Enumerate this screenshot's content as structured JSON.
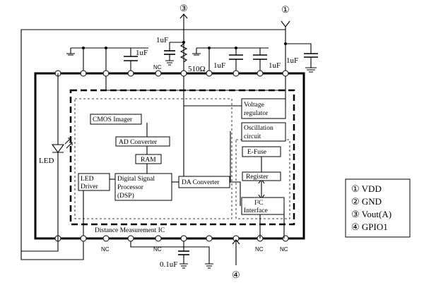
{
  "pins": {
    "vdd": "①",
    "vout": "③",
    "gpio": "④"
  },
  "components": {
    "cap_top_left": "1uF",
    "cap_vout": "1uF",
    "resistor": "510Ω",
    "cap_mid": "1uF",
    "cap_right": "1uF",
    "cap_vdd": "1uF",
    "cap_bottom": "0.1uF",
    "led": "LED"
  },
  "nc_labels": [
    "NC",
    "NC",
    "NC",
    "NC",
    "NC"
  ],
  "blocks": {
    "cmos": "CMOS Imager",
    "adc": "AD Converter",
    "ram": "RAM",
    "dsp": [
      "Digital Signal",
      "Processor",
      "(DSP)"
    ],
    "led_driver": [
      "LED",
      "Driver"
    ],
    "dac": "DA Converter",
    "voltage_reg": [
      "Voltage",
      "regulator"
    ],
    "oscillation": [
      "Oscillation",
      "circuit"
    ],
    "efuse": "E-Fuse",
    "register": "Register",
    "i2c": [
      "I²C",
      "Interface"
    ]
  },
  "ic_label": "Distance Measurement IC",
  "legend": [
    "① VDD",
    "② GND",
    "③ Vout(A)",
    "④ GPIO1"
  ]
}
